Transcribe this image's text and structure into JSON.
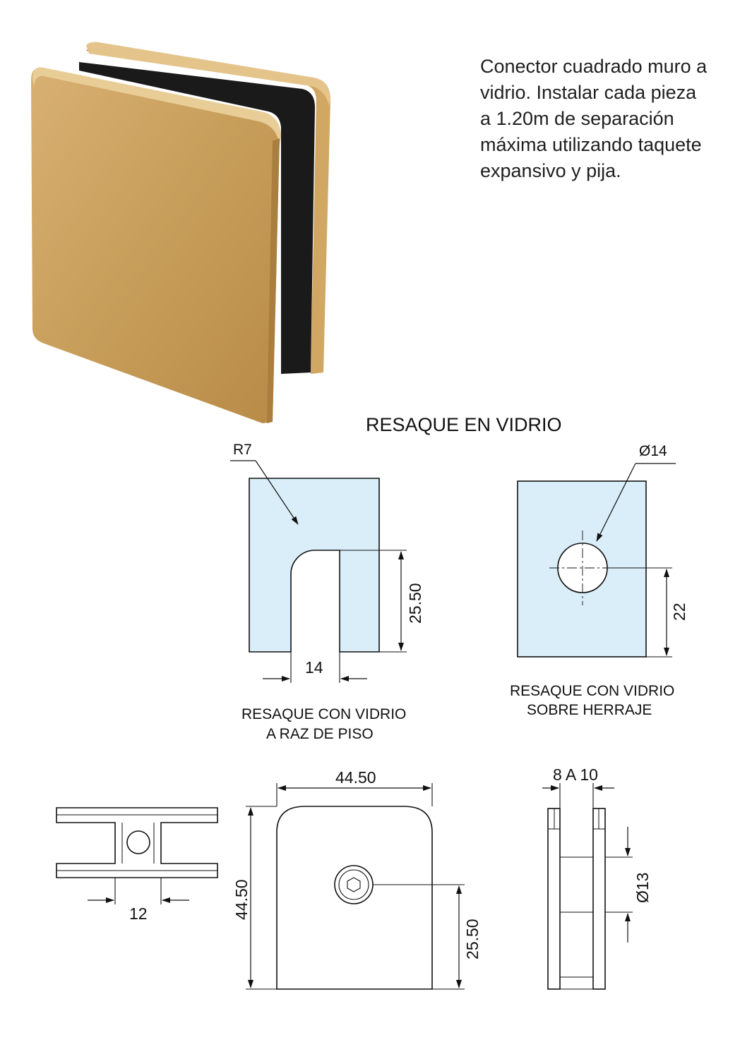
{
  "description": {
    "lines": [
      "Conector cuadrado muro a",
      "vidrio. Instalar cada pieza",
      "a 1.20m de separación",
      "máxima utilizando taquete",
      "expansivo y pija."
    ]
  },
  "section_title": "RESAQUE EN VIDRIO",
  "floor_cut": {
    "radius_label": "R7",
    "height_dim": "25.50",
    "width_dim": "14",
    "caption_line1": "RESAQUE CON VIDRIO",
    "caption_line2": "A RAZ DE PISO"
  },
  "hardware_cut": {
    "diameter_label": "Ø14",
    "height_dim": "22",
    "caption_line1": "RESAQUE CON VIDRIO",
    "caption_line2": "SOBRE HERRAJE"
  },
  "top_view": {
    "gap_dim": "12"
  },
  "front_view": {
    "width_dim": "44.50",
    "height_dim": "44.50",
    "hole_height_dim": "25.50"
  },
  "side_view": {
    "glass_dim": "8 A 10",
    "bore_dim": "Ø13"
  },
  "colors": {
    "glass": "#d9eef8",
    "brass": "#c9a05a",
    "gasket": "#1a1a1a",
    "line": "#111111"
  }
}
